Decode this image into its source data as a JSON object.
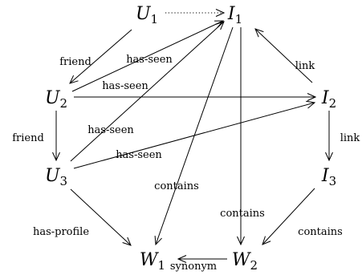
{
  "nodes": [
    {
      "id": "U1",
      "main": "U",
      "sub": "1"
    },
    {
      "id": "I1",
      "main": "I",
      "sub": "1"
    },
    {
      "id": "U2",
      "main": "U",
      "sub": "2"
    },
    {
      "id": "I2",
      "main": "I",
      "sub": "2"
    },
    {
      "id": "U3",
      "main": "U",
      "sub": "3"
    },
    {
      "id": "I3",
      "main": "I",
      "sub": "3"
    },
    {
      "id": "W1",
      "main": "W",
      "sub": "1"
    },
    {
      "id": "W2",
      "main": "W",
      "sub": "2"
    }
  ],
  "edges": [
    {
      "id": "u1-i1",
      "from": "U1",
      "to": "I1",
      "label": "",
      "style": "dotted"
    },
    {
      "id": "u1-u2",
      "from": "U1",
      "to": "U2",
      "label": "friend",
      "style": "solid"
    },
    {
      "id": "u2-i1",
      "from": "U2",
      "to": "I1",
      "label": "has-seen",
      "style": "solid"
    },
    {
      "id": "u2-i2",
      "from": "U2",
      "to": "I2",
      "label": "has-seen",
      "style": "solid"
    },
    {
      "id": "u2-u3",
      "from": "U2",
      "to": "U3",
      "label": "friend",
      "style": "solid"
    },
    {
      "id": "u3-i1",
      "from": "U3",
      "to": "I1",
      "label": "has-seen",
      "style": "solid"
    },
    {
      "id": "u3-i2",
      "from": "U3",
      "to": "I2",
      "label": "has-seen",
      "style": "solid"
    },
    {
      "id": "u3-w1",
      "from": "U3",
      "to": "W1",
      "label": "has-profile",
      "style": "solid"
    },
    {
      "id": "i1-w1",
      "from": "I1",
      "to": "W1",
      "label": "contains",
      "style": "solid"
    },
    {
      "id": "i1-w2",
      "from": "I1",
      "to": "W2",
      "label": "contains",
      "style": "solid"
    },
    {
      "id": "i2-i1",
      "from": "I2",
      "to": "I1",
      "label": "link",
      "style": "solid"
    },
    {
      "id": "i2-i3",
      "from": "I2",
      "to": "I3",
      "label": "link",
      "style": "solid"
    },
    {
      "id": "i3-w2",
      "from": "I3",
      "to": "W2",
      "label": "contains",
      "style": "solid"
    },
    {
      "id": "w2-w1",
      "from": "W2",
      "to": "W1",
      "label": "synonym",
      "style": "solid"
    }
  ]
}
